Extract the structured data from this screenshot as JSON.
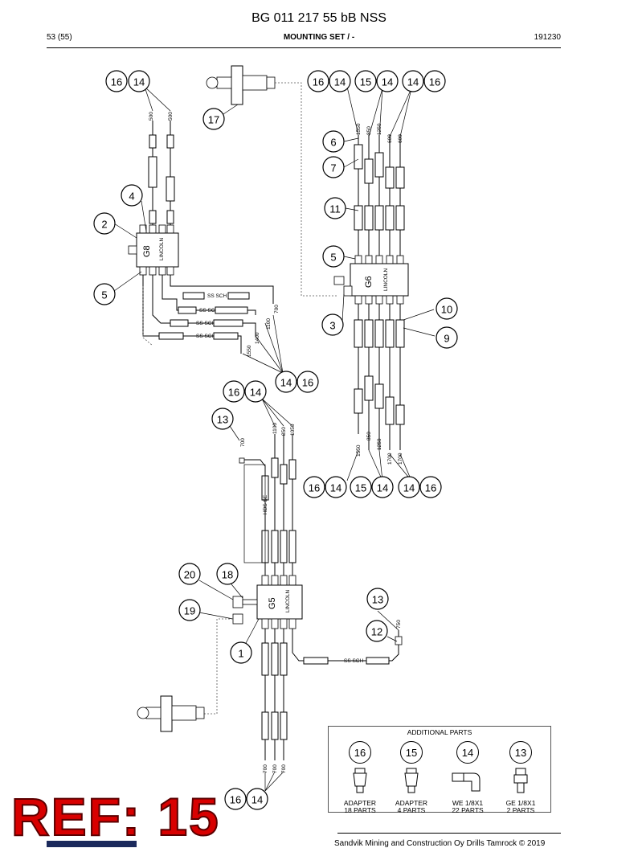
{
  "header": {
    "title": "BG 011 217 55 bB NSS",
    "page": "53 (55)",
    "section": "MOUNTING SET / -",
    "code": "191230"
  },
  "callouts": [
    {
      "n": "16",
      "k": "a1"
    },
    {
      "n": "14",
      "k": "a2"
    },
    {
      "n": "17",
      "k": "a3"
    },
    {
      "n": "4",
      "k": "a4"
    },
    {
      "n": "2",
      "k": "a5"
    },
    {
      "n": "5",
      "k": "a6"
    },
    {
      "n": "16",
      "k": "b1"
    },
    {
      "n": "14",
      "k": "b2"
    },
    {
      "n": "15",
      "k": "b3"
    },
    {
      "n": "14",
      "k": "b4"
    },
    {
      "n": "14",
      "k": "b5"
    },
    {
      "n": "16",
      "k": "b6"
    },
    {
      "n": "6",
      "k": "b7"
    },
    {
      "n": "7",
      "k": "b8"
    },
    {
      "n": "11",
      "k": "b9"
    },
    {
      "n": "5",
      "k": "b10"
    },
    {
      "n": "3",
      "k": "b11"
    },
    {
      "n": "10",
      "k": "b12"
    },
    {
      "n": "9",
      "k": "b13"
    },
    {
      "n": "14",
      "k": "c1"
    },
    {
      "n": "16",
      "k": "c2"
    },
    {
      "n": "16",
      "k": "d1"
    },
    {
      "n": "14",
      "k": "d2"
    },
    {
      "n": "13",
      "k": "d3"
    },
    {
      "n": "16",
      "k": "e1"
    },
    {
      "n": "14",
      "k": "e2"
    },
    {
      "n": "15",
      "k": "e3"
    },
    {
      "n": "14",
      "k": "e4"
    },
    {
      "n": "14",
      "k": "e5"
    },
    {
      "n": "16",
      "k": "e6"
    },
    {
      "n": "20",
      "k": "f1"
    },
    {
      "n": "18",
      "k": "f2"
    },
    {
      "n": "19",
      "k": "f3"
    },
    {
      "n": "1",
      "k": "f4"
    },
    {
      "n": "13",
      "k": "f5"
    },
    {
      "n": "12",
      "k": "f6"
    },
    {
      "n": "16",
      "k": "g1"
    },
    {
      "n": "14",
      "k": "g2"
    }
  ],
  "distributors": {
    "g8": "G8",
    "g6": "G6",
    "g5": "G5",
    "brand": "LINCOLN"
  },
  "hose_labels": {
    "h1": "SS SCH",
    "h2": "SS SCH",
    "h3": "SS SCH",
    "h4": "SS SCH",
    "h5": "HDS SE",
    "h6": "SS SCH"
  },
  "lengths": {
    "l500a": "500",
    "l500b": "500",
    "l1550a": "1550",
    "l850a": "850",
    "l1250a": "1250",
    "l600a": "600",
    "l600b": "600",
    "l700a": "700",
    "l1100a": "1100",
    "l1400a": "1400",
    "l1550b": "1550",
    "l1550c": "1550",
    "l850b": "850",
    "l1250b": "1250",
    "l1700a": "1700",
    "l1700b": "1700",
    "l700b": "700",
    "l1100b": "1100",
    "l850c": "850",
    "l1050a": "1050",
    "l750a": "750",
    "l700c": "700",
    "l700d": "700",
    "l700e": "700"
  },
  "additional_parts": {
    "title": "ADDITIONAL PARTS",
    "items": [
      {
        "num": "16",
        "name": "ADAPTER",
        "qty": "18 PARTS"
      },
      {
        "num": "15",
        "name": "ADAPTER",
        "qty": "4 PARTS"
      },
      {
        "num": "14",
        "name": "WE 1/8X1",
        "qty": "22 PARTS"
      },
      {
        "num": "13",
        "name": "GE 1/8X1",
        "qty": "2 PARTS"
      }
    ]
  },
  "ref_label": "REF: 15",
  "footer": "Sandvik Mining and Construction Oy Drills Tamrock © 2019"
}
